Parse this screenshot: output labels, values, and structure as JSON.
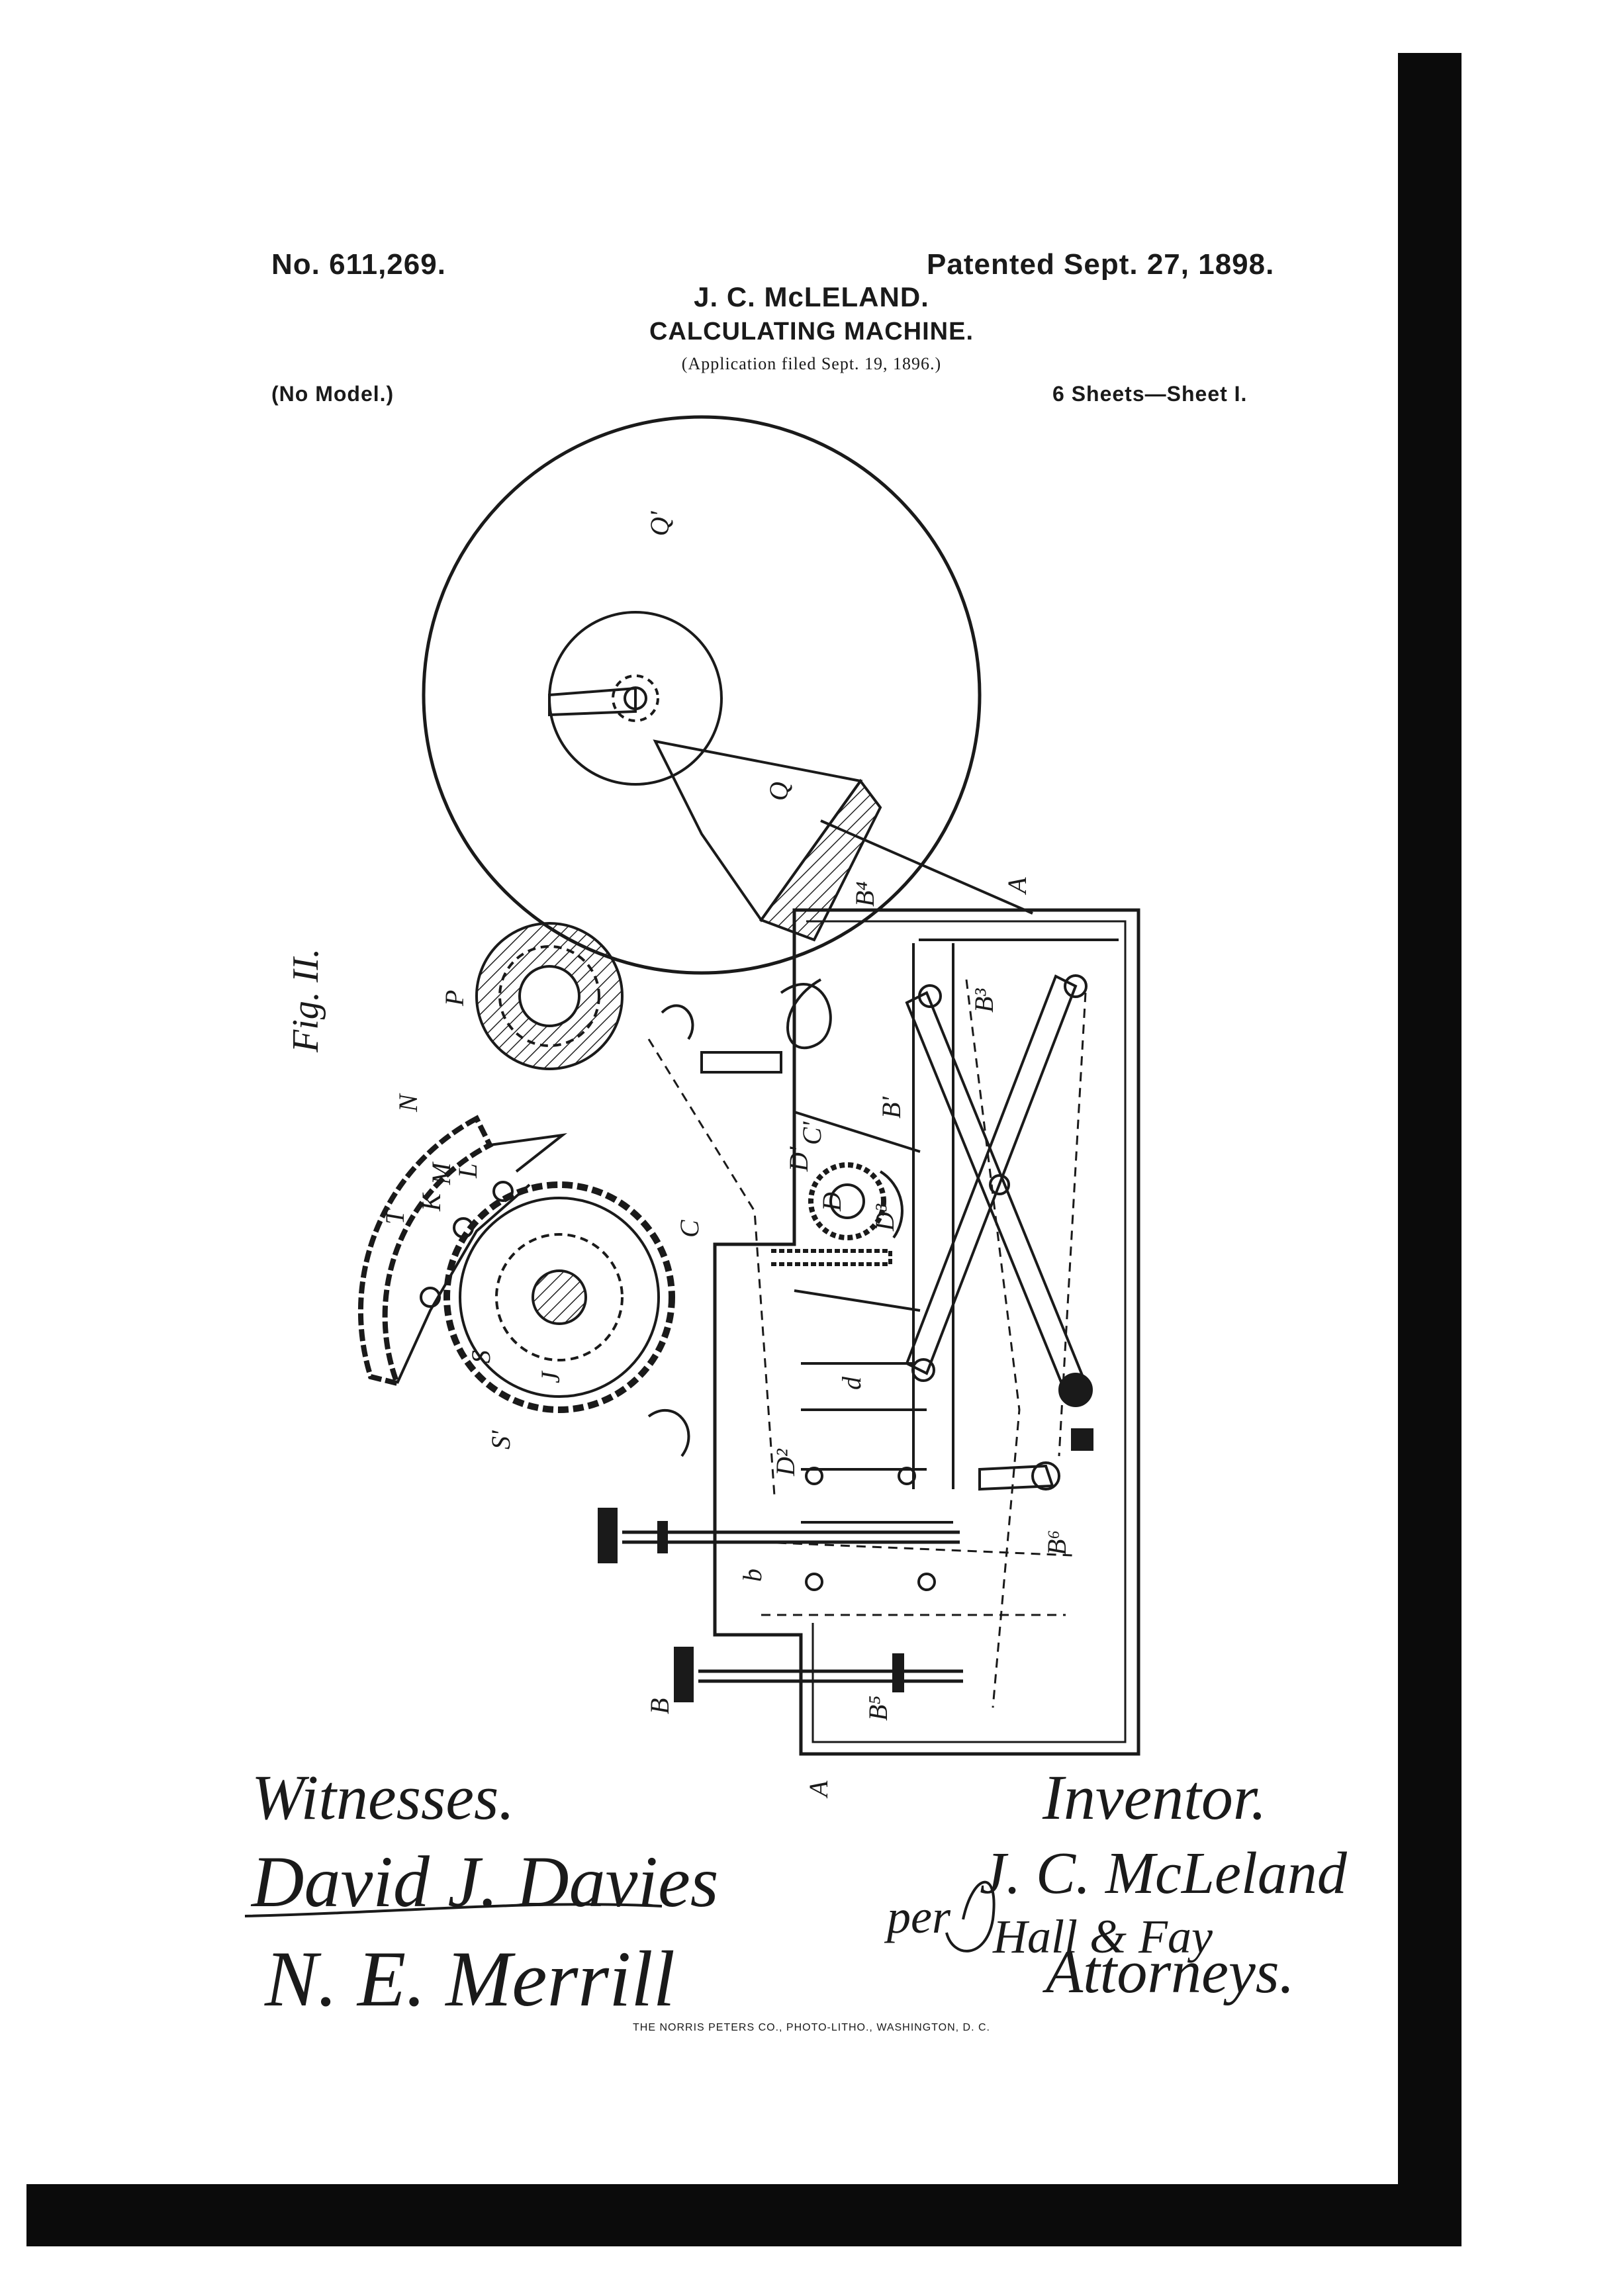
{
  "header": {
    "patent_number": "No. 611,269.",
    "patented_date": "Patented Sept. 27, 1898.",
    "inventor_name": "J. C. McLELAND.",
    "title": "CALCULATING MACHINE.",
    "application": "(Application filed Sept. 19, 1896.)",
    "model": "(No Model.)",
    "sheet_info": "6 Sheets—Sheet I."
  },
  "figure": {
    "fig_label": "Fig. II.",
    "ref_labels": [
      "Q'",
      "Q",
      "A",
      "B",
      "B'",
      "B³",
      "B⁴",
      "C",
      "C'",
      "D",
      "D'",
      "D²",
      "D³",
      "K",
      "N",
      "J",
      "S",
      "S'",
      "T",
      "L",
      "M",
      "P",
      "d",
      "b",
      "B⁵",
      "B⁶"
    ]
  },
  "signatures": {
    "witnesses_label": "Witnesses.",
    "inventor_label": "Inventor.",
    "witness_1": "David J. Davies",
    "witness_2": "N. E. Merrill",
    "inventor_signature": "J. C. McLeland",
    "per": "per",
    "attorneys_firm": "Hall & Fay",
    "attorneys_label": "Attorneys."
  },
  "footer": {
    "printer": "THE NORRIS PETERS CO., PHOTO-LITHO., WASHINGTON, D. C."
  }
}
